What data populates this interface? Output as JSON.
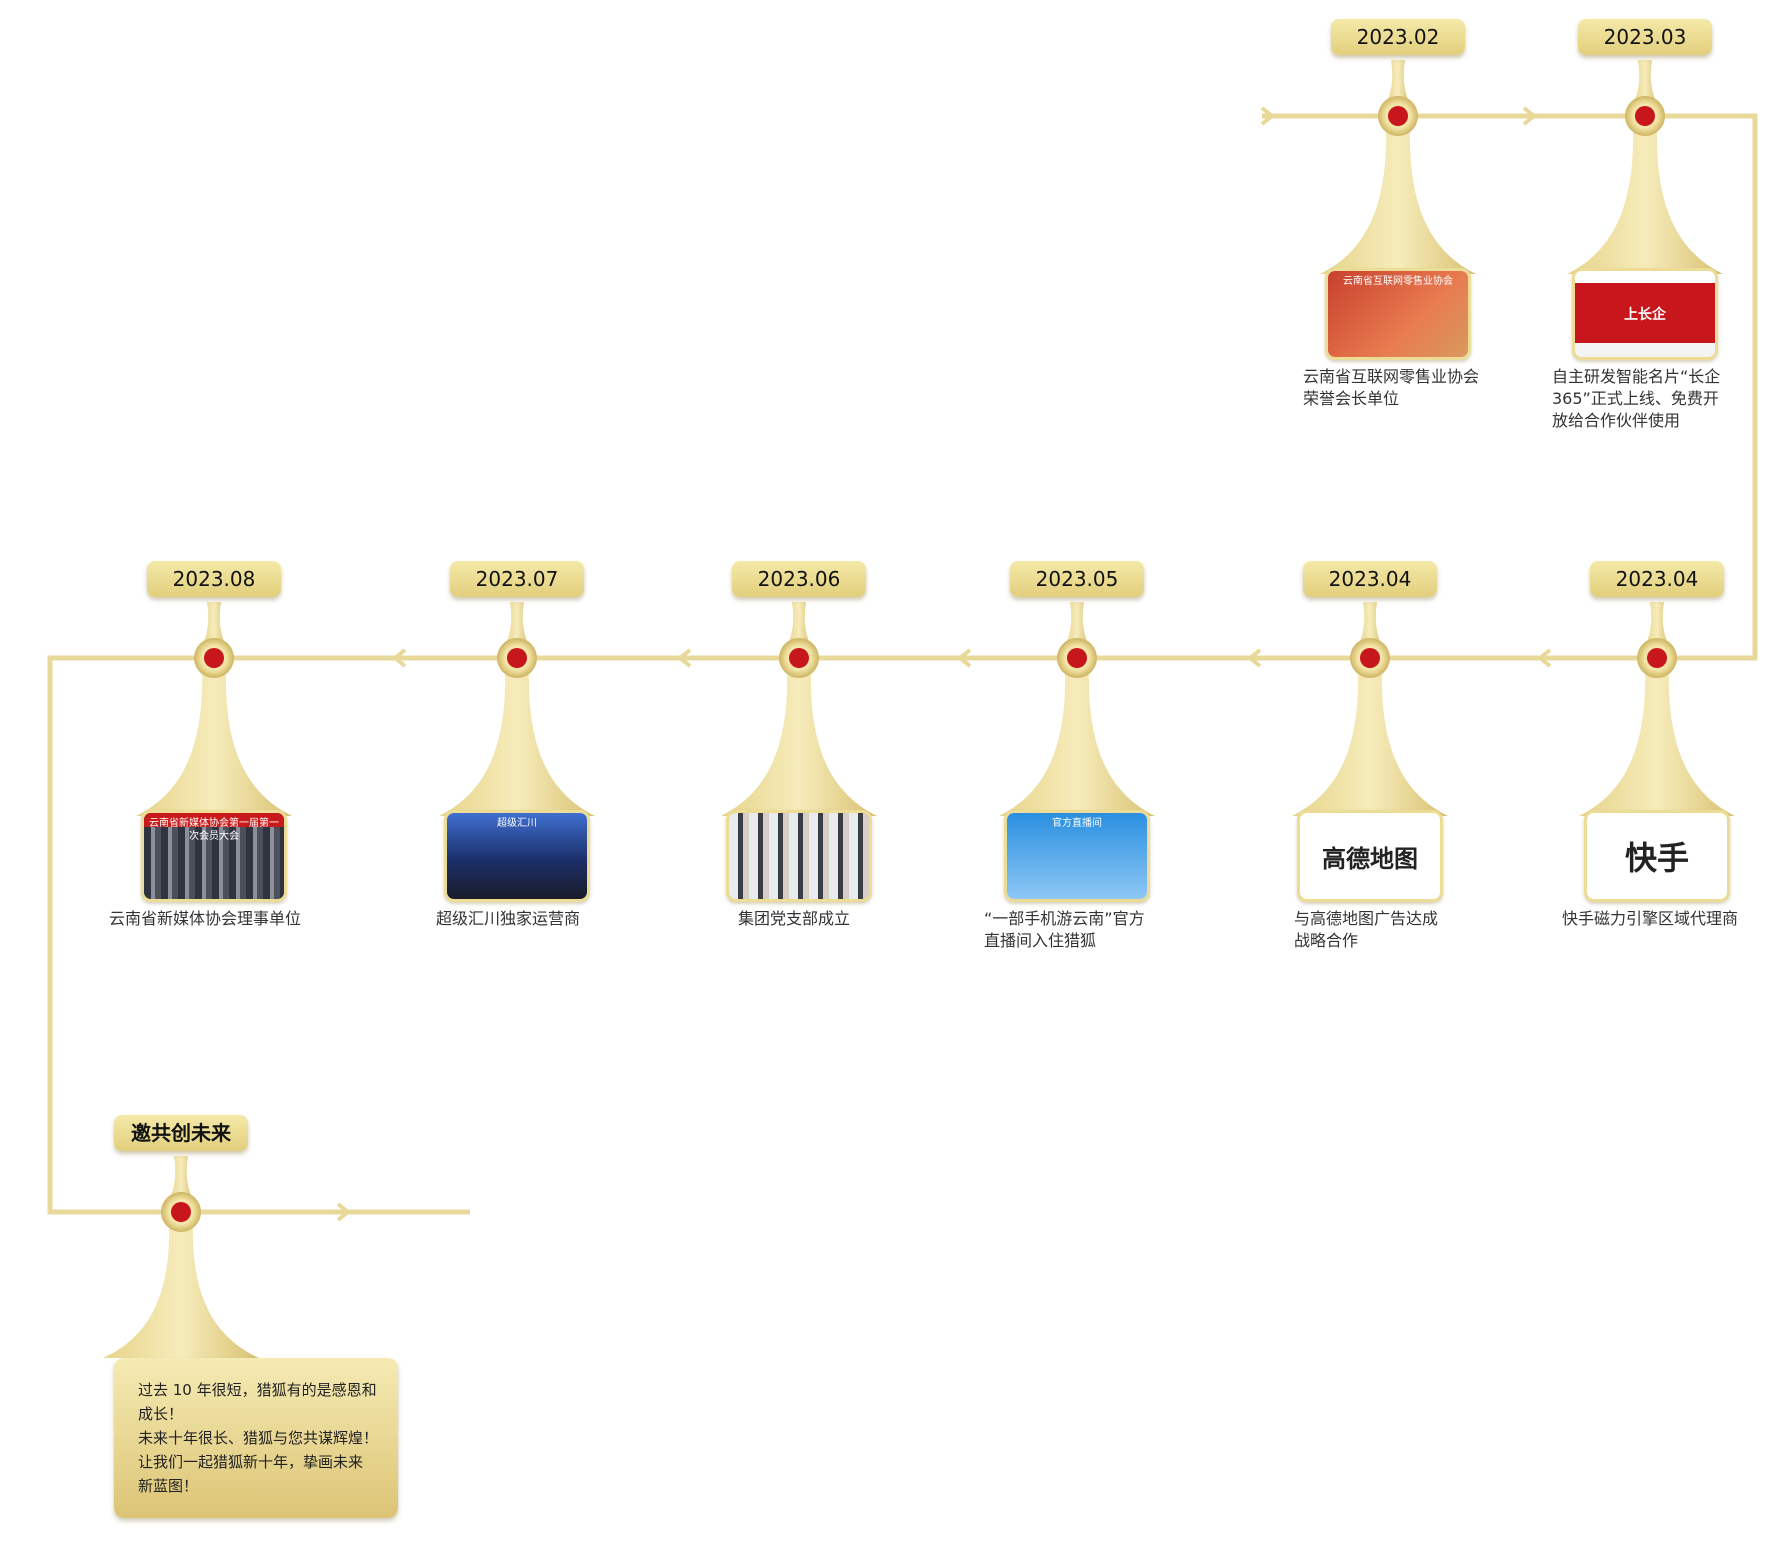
{
  "colors": {
    "gold": "#e6d284",
    "gold_dark": "#c9b160",
    "node_red": "#c8161d",
    "line": "#e8d89a"
  },
  "milestones": [
    {
      "date": "2023.02",
      "caption": "云南省互联网零售业协会\n荣誉会长单位",
      "image": "award-photo",
      "photo_text": "云南省互联网零售业协会"
    },
    {
      "date": "2023.03",
      "caption": "自主研发智能名片“长企\n365”正式上线、免费开\n放给合作伙伴使用",
      "image": "website-screenshot",
      "photo_text": "上长企"
    },
    {
      "date": "2023.04",
      "caption": "快手磁力引擎区域代理商",
      "image": "kuaishou-logo",
      "photo_text": "快手"
    },
    {
      "date": "2023.04",
      "caption": "与高德地图广告达成\n战略合作",
      "image": "amap-logo",
      "photo_text": "高德地图"
    },
    {
      "date": "2023.05",
      "caption": "“一部手机游云南”官方\n直播间入住猎狐",
      "image": "info-card",
      "photo_text": "官方直播间"
    },
    {
      "date": "2023.06",
      "caption": "集团党支部成立",
      "image": "group-photo",
      "photo_text": ""
    },
    {
      "date": "2023.07",
      "caption": "超级汇川独家运营商",
      "image": "event-photo",
      "photo_text": "超级汇川"
    },
    {
      "date": "2023.08",
      "caption": "云南省新媒体协会理事单位",
      "image": "crowd-photo",
      "photo_text": "云南省新媒体协会第一届第一次会员大会"
    }
  ],
  "future": {
    "tag": "邀共创未来",
    "message": "过去 10 年很短，猎狐有的是感恩和\n成长！\n未来十年很长、猎狐与您共谋辉煌！\n让我们一起猎狐新十年，挚画未来\n新蓝图！"
  }
}
